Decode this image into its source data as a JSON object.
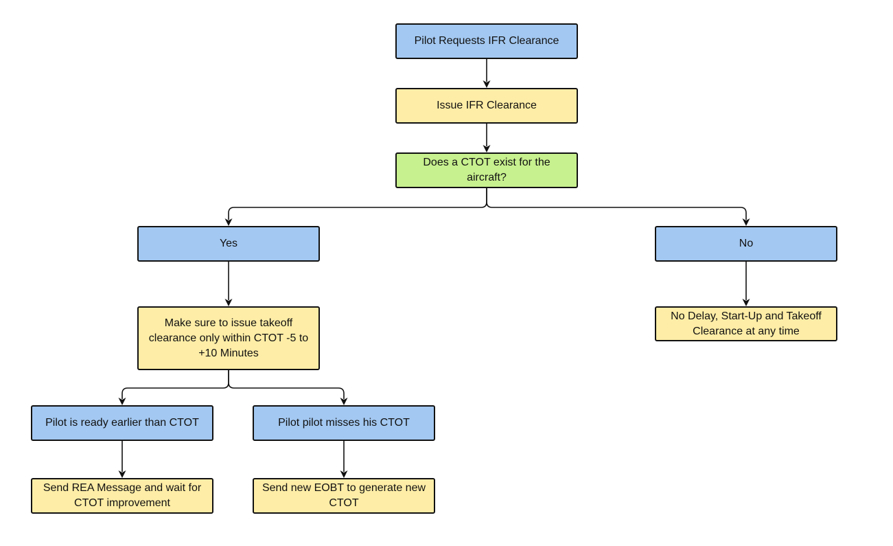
{
  "colors": {
    "action": "#a3c8f1",
    "process": "#feeda6",
    "decision": "#c7f08e",
    "stroke": "#111111"
  },
  "nodes": {
    "pilot_requests": {
      "label": "Pilot Requests IFR Clearance",
      "kind": "action"
    },
    "issue_ifr": {
      "label": "Issue IFR Clearance",
      "kind": "process"
    },
    "ctot_question": {
      "label": "Does a CTOT exist for the aircraft?",
      "kind": "decision"
    },
    "yes": {
      "label": "Yes",
      "kind": "action"
    },
    "no": {
      "label": "No",
      "kind": "action"
    },
    "make_sure": {
      "label": "Make sure to issue takeoff clearance only within CTOT -5 to +10 Minutes",
      "kind": "process"
    },
    "no_delay": {
      "label": "No Delay, Start-Up and Takeoff Clearance at any time",
      "kind": "process"
    },
    "ready_earlier": {
      "label": "Pilot is ready earlier than CTOT",
      "kind": "action"
    },
    "misses_ctot": {
      "label": "Pilot pilot misses his CTOT",
      "kind": "action"
    },
    "send_rea": {
      "label": "Send REA Message and wait for CTOT improvement",
      "kind": "process"
    },
    "send_eobt": {
      "label": "Send new EOBT to generate new CTOT",
      "kind": "process"
    }
  },
  "edges": [
    {
      "from": "pilot_requests",
      "to": "issue_ifr"
    },
    {
      "from": "issue_ifr",
      "to": "ctot_question"
    },
    {
      "from": "ctot_question",
      "to": "yes"
    },
    {
      "from": "ctot_question",
      "to": "no"
    },
    {
      "from": "yes",
      "to": "make_sure"
    },
    {
      "from": "no",
      "to": "no_delay"
    },
    {
      "from": "make_sure",
      "to": "ready_earlier"
    },
    {
      "from": "make_sure",
      "to": "misses_ctot"
    },
    {
      "from": "ready_earlier",
      "to": "send_rea"
    },
    {
      "from": "misses_ctot",
      "to": "send_eobt"
    }
  ]
}
